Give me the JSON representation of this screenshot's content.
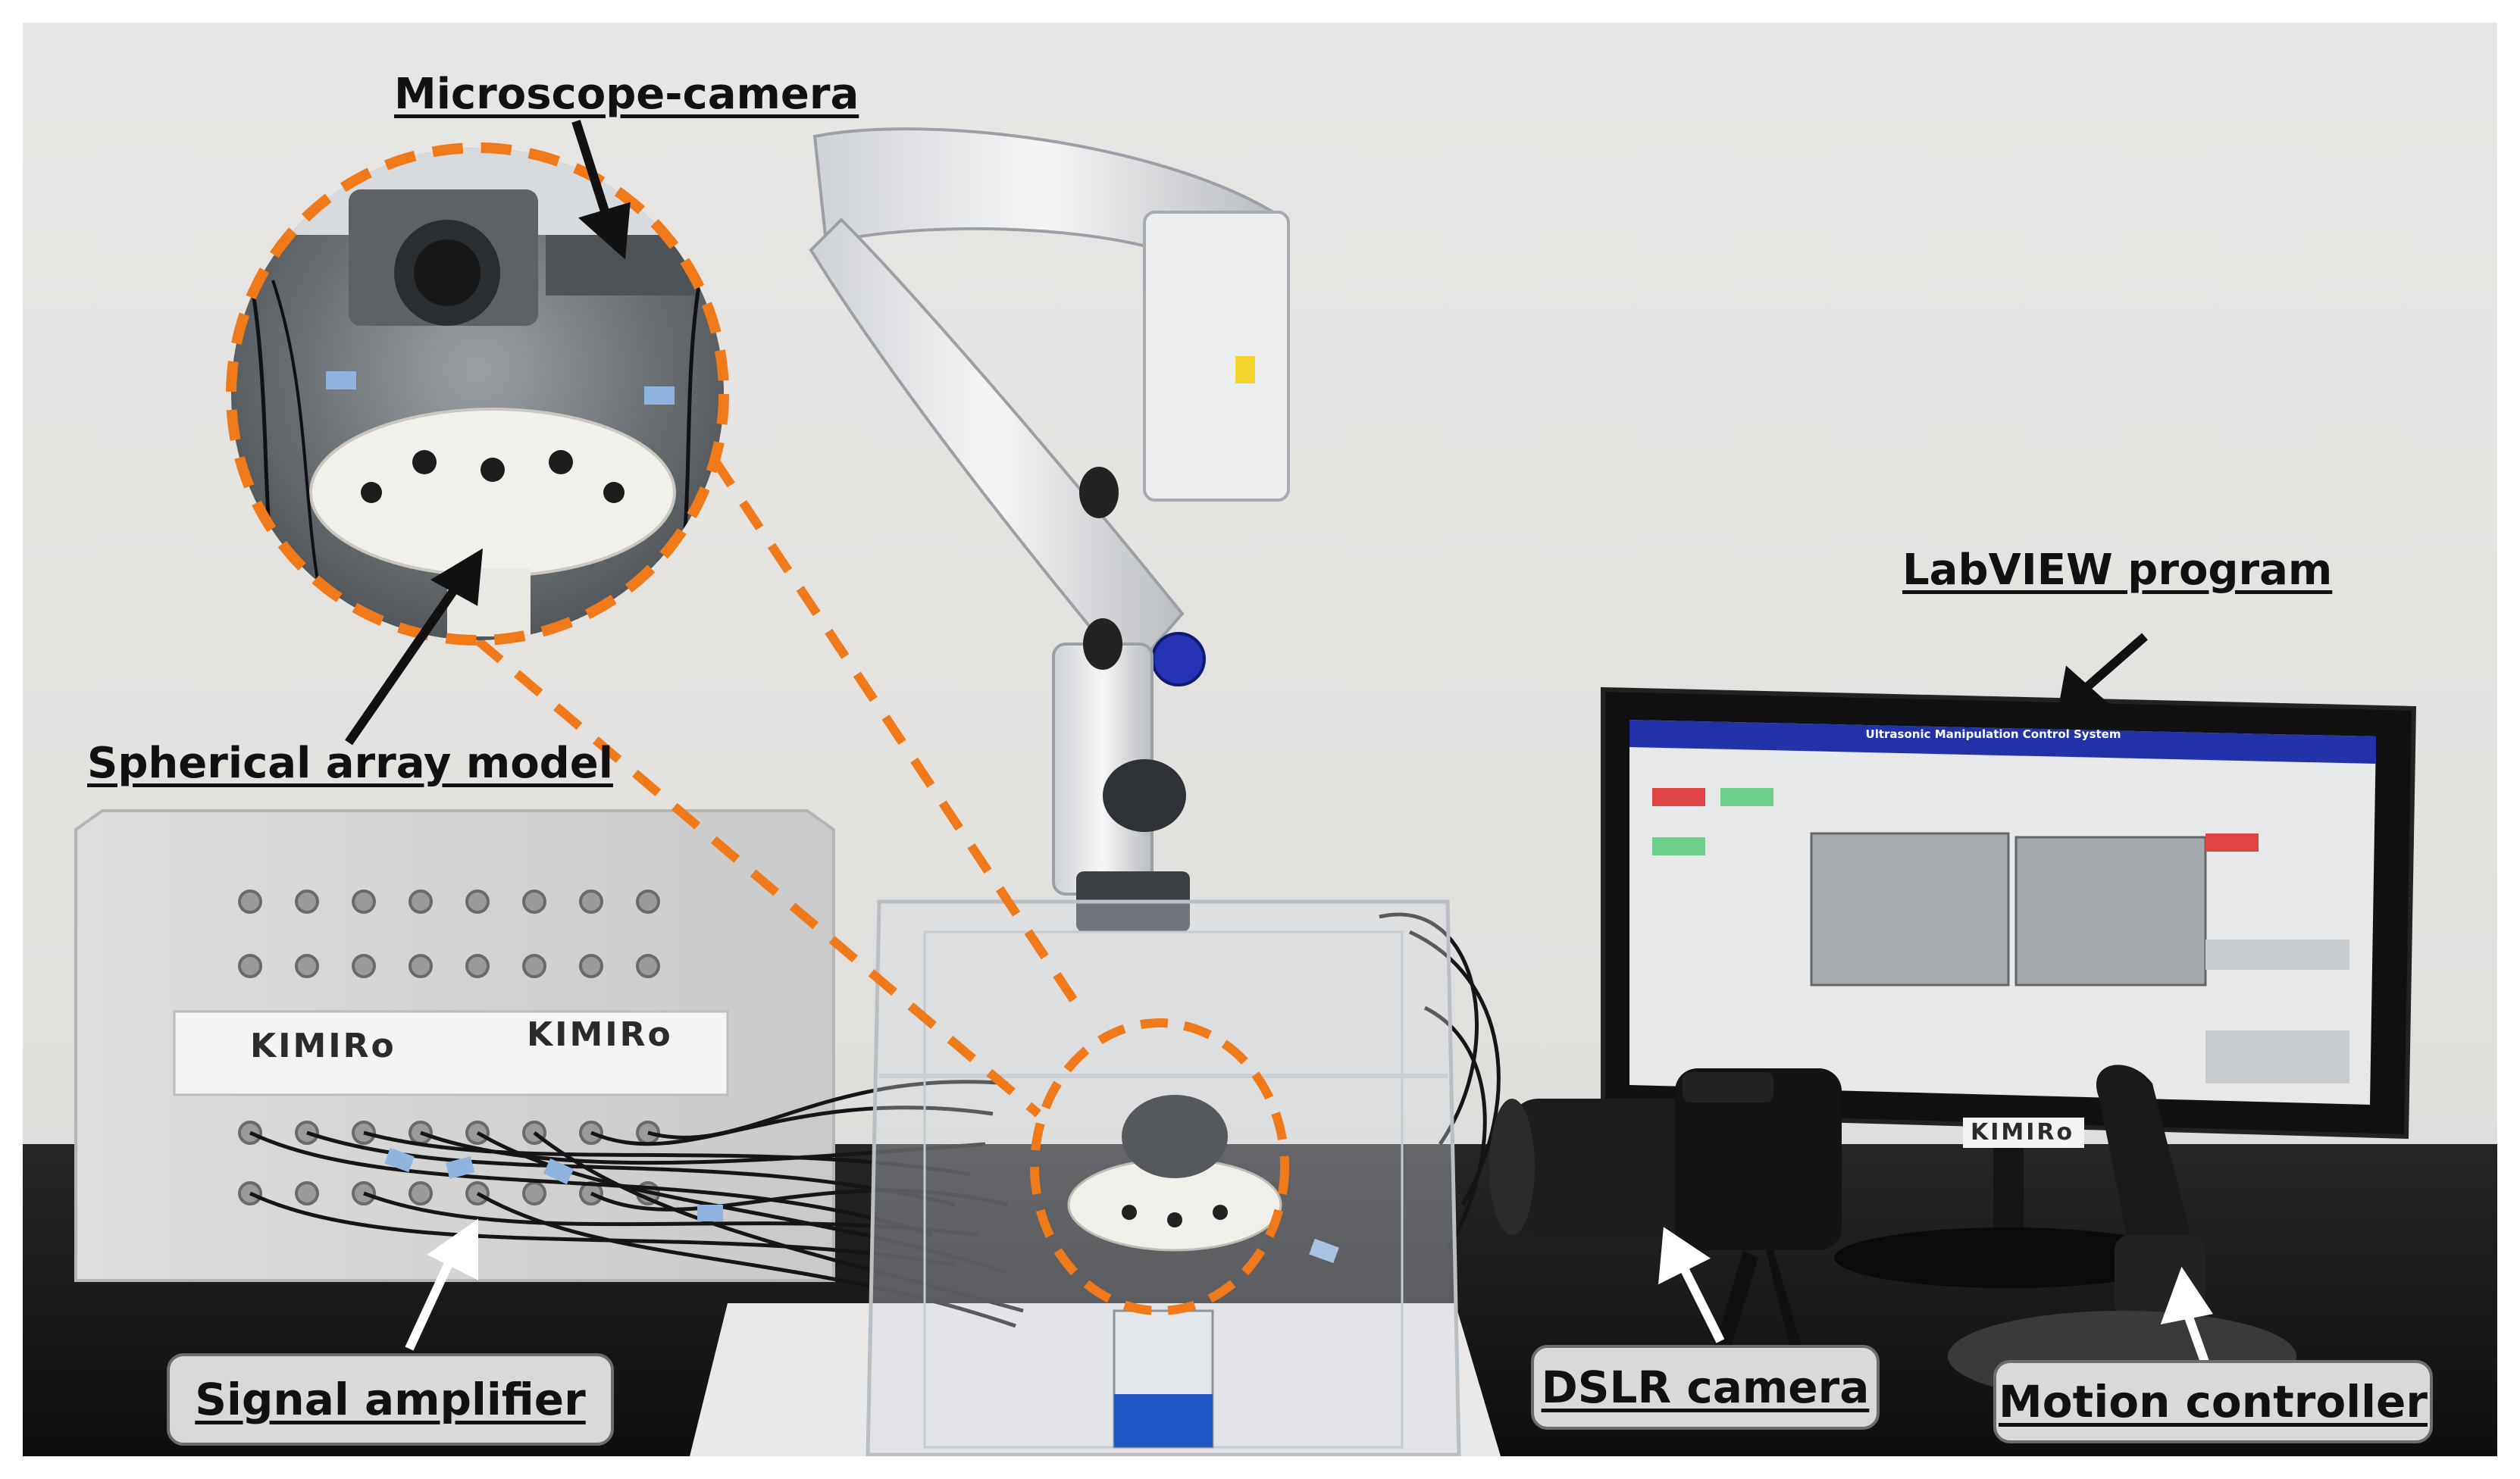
{
  "labels": {
    "microscope_camera": "Microscope-camera",
    "spherical_array_model": "Spherical array model",
    "labview_program": "LabVIEW program",
    "signal_amplifier": "Signal amplifier",
    "dslr_camera": "DSLR camera",
    "motion_controller": "Motion controller"
  },
  "branding": {
    "plate_1": "KIMIRo",
    "plate_2": "KIMIRo",
    "monitor_badge": "KIMIRo"
  },
  "software_window": {
    "title": "Ultrasonic Manipulation Control System"
  },
  "colors": {
    "callout_dash": "#f07a1a",
    "label_box_fill": "#d9d9d9",
    "label_box_border": "#6d6d6d",
    "window_titlebar": "#2233aa"
  },
  "icons": {
    "pointer": "arrow"
  }
}
